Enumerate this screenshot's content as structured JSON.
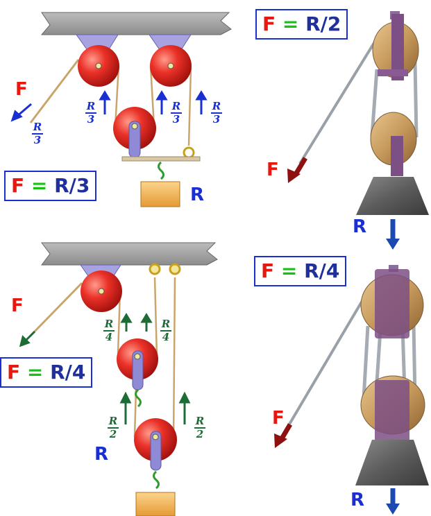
{
  "panels": {
    "top_left": {
      "formula": {
        "lhs": "F",
        "eq": "=",
        "rhs": "R/3"
      },
      "force_label": "F",
      "load_label": "R",
      "fraction": {
        "num": "R",
        "den": "3"
      }
    },
    "top_right": {
      "formula": {
        "lhs": "F",
        "eq": "=",
        "rhs": "R/2"
      },
      "force_label": "F",
      "load_label": "R"
    },
    "bottom_left": {
      "formula": {
        "lhs": "F",
        "eq": "=",
        "rhs": "R/4"
      },
      "force_label": "F",
      "load_label": "R",
      "fraction_quarter": {
        "num": "R",
        "den": "4"
      },
      "fraction_half": {
        "num": "R",
        "den": "2"
      }
    },
    "bottom_right": {
      "formula": {
        "lhs": "F",
        "eq": "=",
        "rhs": "R/4"
      },
      "force_label": "F",
      "load_label": "R"
    }
  },
  "colors": {
    "force": "#e8170f",
    "equals": "#16c114",
    "blue": "#1a2fd1",
    "green": "#1d6b35",
    "pulley": "#e8312c"
  }
}
